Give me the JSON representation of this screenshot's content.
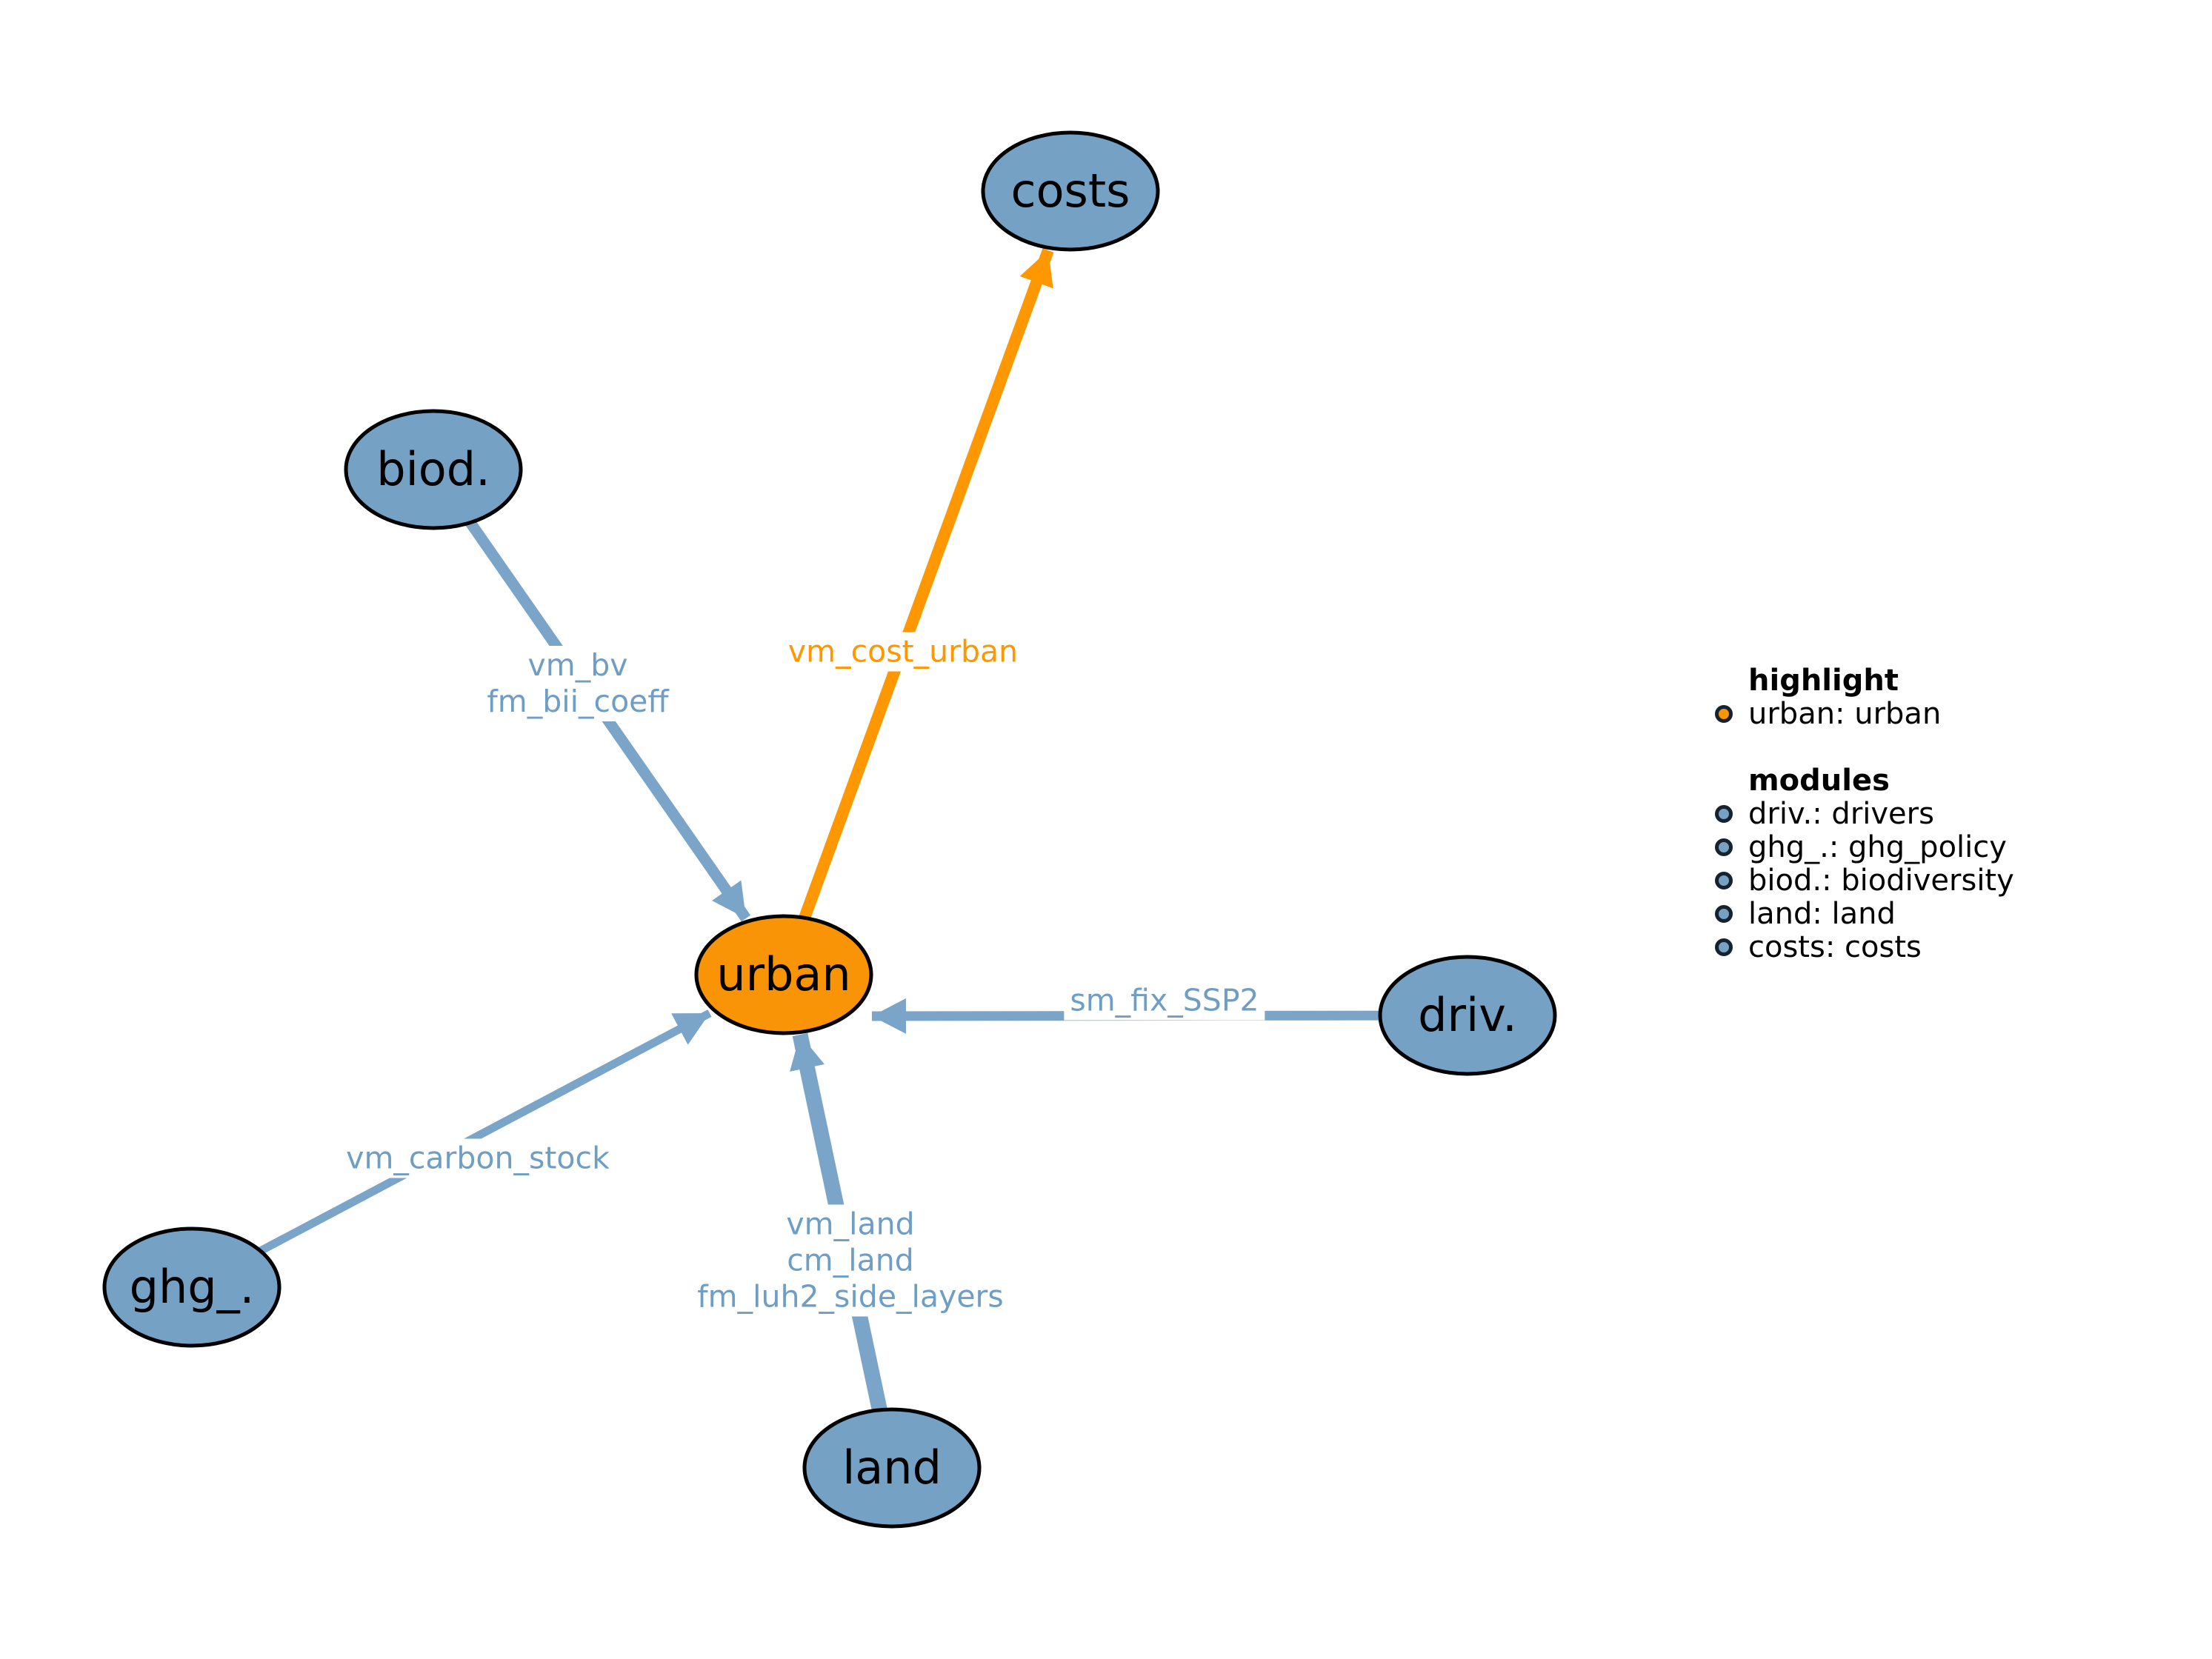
{
  "colors": {
    "background": "#ffffff",
    "node_blue": "#74A1C4",
    "node_orange": "#F99406",
    "edge_blue": "#7AA5C8",
    "edge_orange": "#FF9800",
    "edge_label_blue": "#6F9EC4",
    "edge_label_orange": "#FF9800",
    "node_outline": "#000000",
    "legend_dot_outline": "#16222E"
  },
  "nodes": {
    "costs": {
      "label": "costs",
      "module": "costs"
    },
    "biod": {
      "label": "biod.",
      "module": "biodiversity"
    },
    "urban": {
      "label": "urban",
      "module": "urban",
      "highlighted": true
    },
    "driv": {
      "label": "driv.",
      "module": "drivers"
    },
    "ghg": {
      "label": "ghg_.",
      "module": "ghg_policy"
    },
    "land": {
      "label": "land",
      "module": "land"
    }
  },
  "edges": {
    "biod_urban": {
      "from": "biod.",
      "to": "urban",
      "lines": [
        "vm_bv",
        "fm_bii_coeff"
      ]
    },
    "urban_costs": {
      "from": "urban",
      "to": "costs",
      "lines": [
        "vm_cost_urban"
      ]
    },
    "driv_urban": {
      "from": "driv.",
      "to": "urban",
      "lines": [
        "sm_fix_SSP2"
      ]
    },
    "ghg_urban": {
      "from": "ghg_.",
      "to": "urban",
      "lines": [
        "vm_carbon_stock"
      ]
    },
    "land_urban": {
      "from": "land",
      "to": "urban",
      "lines": [
        "vm_land",
        "cm_land",
        "fm_luh2_side_layers"
      ]
    }
  },
  "legend": {
    "highlight_title": "highlight",
    "highlight_items": [
      {
        "label": "urban: urban"
      }
    ],
    "modules_title": "modules",
    "module_items": [
      {
        "label": "driv.: drivers"
      },
      {
        "label": "ghg_.: ghg_policy"
      },
      {
        "label": "biod.: biodiversity"
      },
      {
        "label": "land: land"
      },
      {
        "label": "costs: costs"
      }
    ]
  }
}
